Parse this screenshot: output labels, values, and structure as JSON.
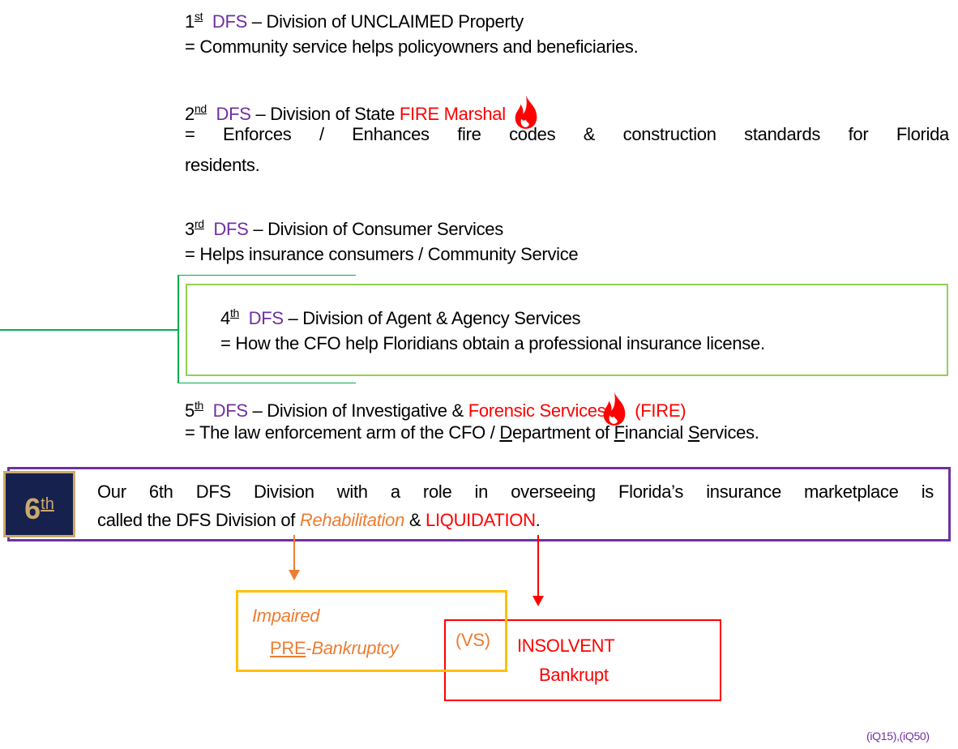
{
  "items": [
    {
      "ord": "1",
      "sup": "st",
      "dfs": "DFS",
      "dash": " – Division of ",
      "name": "UNCLAIMED Property",
      "desc": "= Community service helps policyowners and beneficiaries."
    },
    {
      "ord": "2",
      "sup": "nd",
      "dfs": "DFS",
      "dash": " – Division of State ",
      "name": "FIRE Marshal",
      "desc1": "= Enforces / Enhances fire codes & construction standards for Florida",
      "desc2": "residents."
    },
    {
      "ord": "3",
      "sup": "rd",
      "dfs": "DFS",
      "dash": " – Division of Consumer Services",
      "desc": "= Helps insurance consumers / Community Service"
    },
    {
      "ord": "4",
      "sup": "th",
      "dfs": "DFS",
      "dash": " – Division of Agent & Agency Services",
      "desc": "= How the CFO help Floridians obtain a professional insurance license."
    },
    {
      "ord": "5",
      "sup": "th",
      "dfs": "DFS",
      "dash": " – Division of Investigative & ",
      "name": "Forensic Services",
      "fire": " (FIRE)",
      "desc_a": "= The law enforcement arm of the CFO / ",
      "d": "D",
      "epartment": "epartment of ",
      "f": "F",
      "inancial": "inancial ",
      "s": "S",
      "ervices": "ervices."
    }
  ],
  "sixth": {
    "badge_num": "6",
    "badge_sup": "th",
    "line1": "Our 6th DFS Division with a role in overseeing Florida’s insurance marketplace is",
    "line2a": "called the DFS Division of ",
    "rehab": "Rehabilitation",
    "amp": " & ",
    "liq": "LIQUIDATION",
    "dot": "."
  },
  "impaired": {
    "l1": "Impaired",
    "pre": "PRE",
    "dash": "-",
    "bank": "Bankruptcy"
  },
  "vs": "(VS)",
  "insolvent": {
    "l1": "INSOLVENT",
    "l2": "Bankrupt"
  },
  "footer": "(iQ15),(iQ50)",
  "colors": {
    "purple": "#7030a0",
    "red": "#ff0000",
    "orange": "#ed7d31",
    "green": "#92d050",
    "navy": "#17214e",
    "gold": "#c9ab6e",
    "yellow": "#ffc000"
  }
}
